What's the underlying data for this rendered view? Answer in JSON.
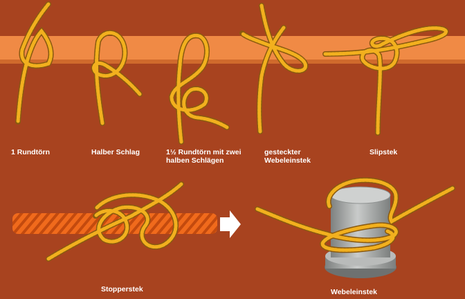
{
  "colors": {
    "background": "#a8431f",
    "spar": "#f08a45",
    "rope": "#f2b01e",
    "rope_shadow": "#8a5a10",
    "thick_rope": "#f06a1c",
    "bollard": "#a9acab",
    "arrow": "#ffffff",
    "text": "#ffffff"
  },
  "icons": {
    "arrow": "right-arrow-icon"
  },
  "captions": {
    "rundtoern": "1 Rundtörn",
    "halber_schlag": "Halber Schlag",
    "rundtoern_zwei": "1½ Rundtörn mit zwei\nhalben Schlägen",
    "gesteckter": "gesteckter\nWebeleinstek",
    "slipstek": "Slipstek",
    "stopperstek": "Stopperstek",
    "webeleinstek": "Webeleinstek"
  }
}
